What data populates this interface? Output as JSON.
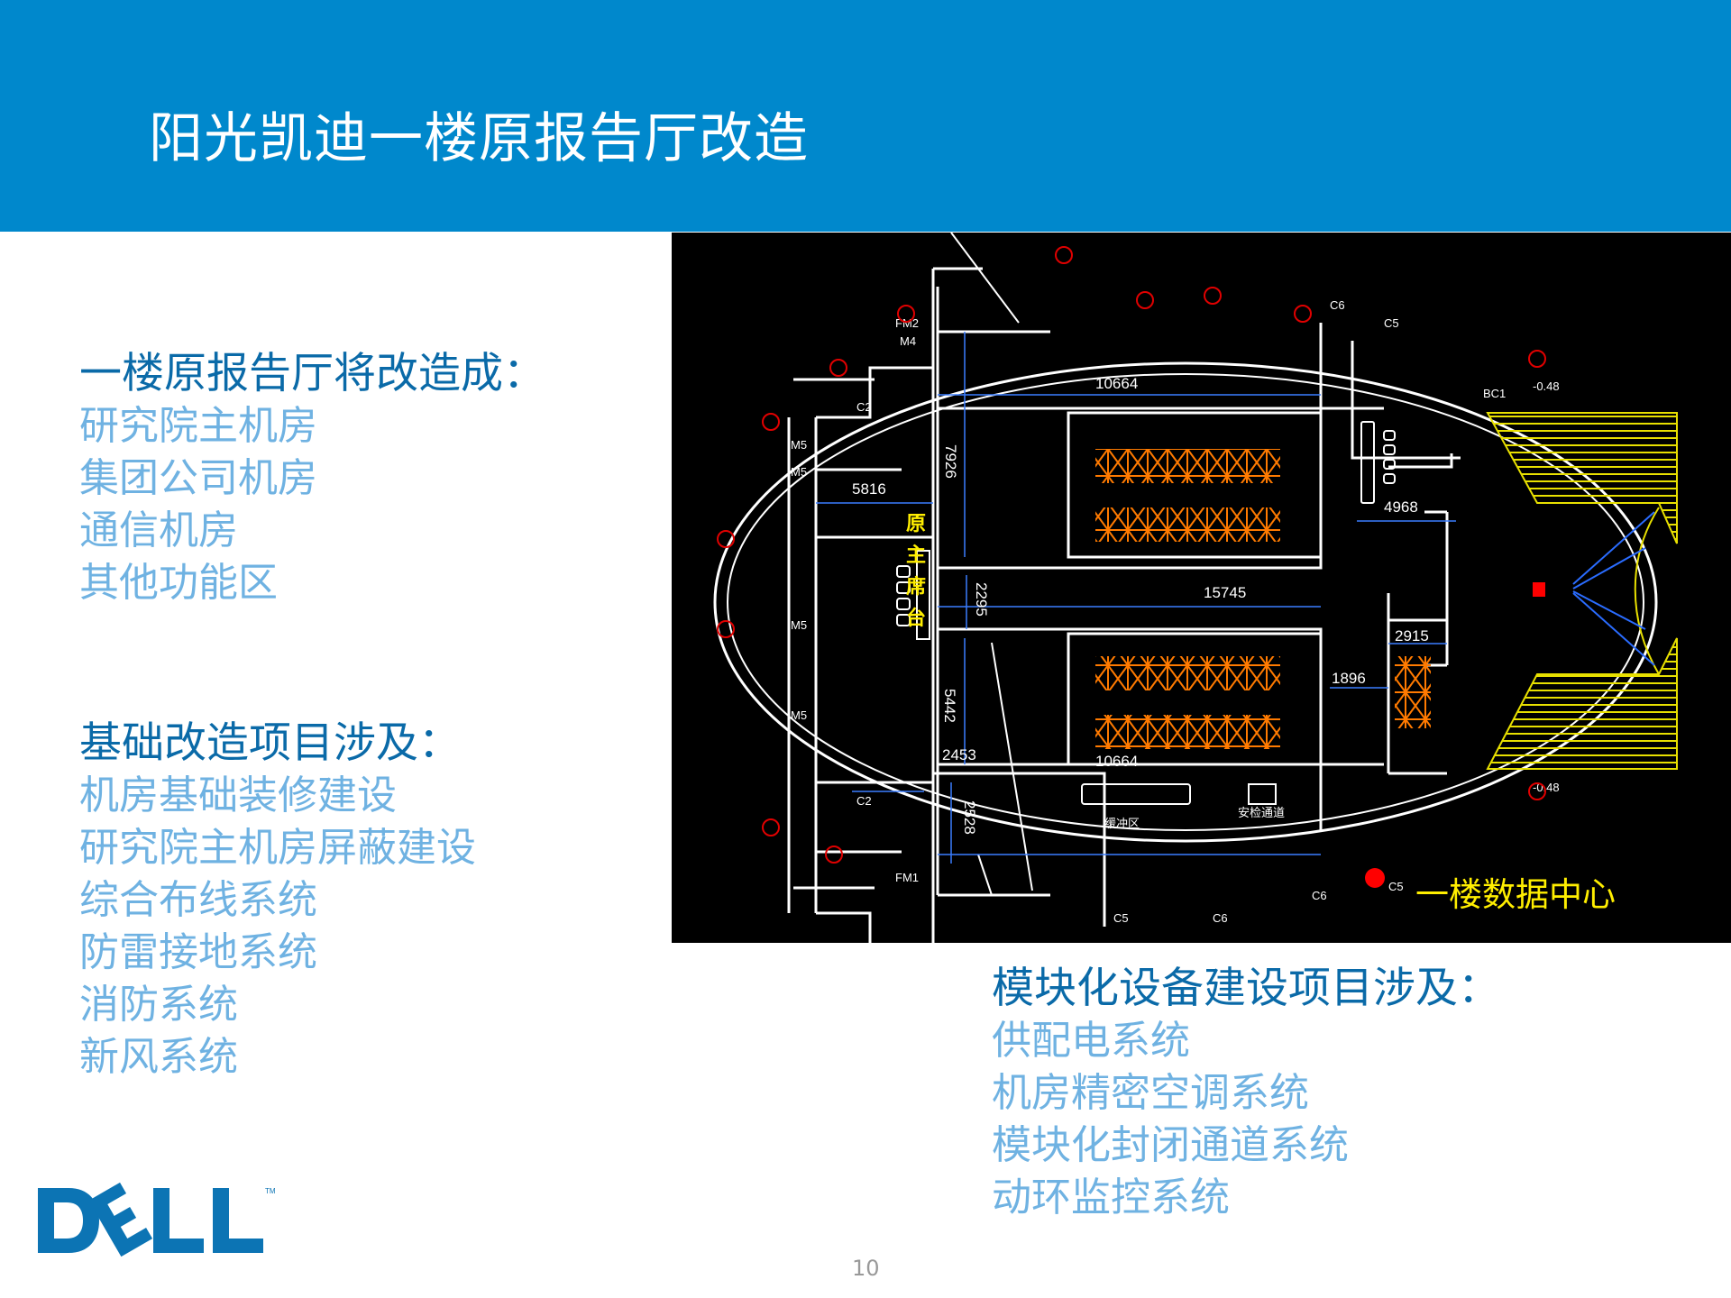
{
  "slide": {
    "title": "阳光凯迪一楼原报告厅改造",
    "page_number": "10"
  },
  "left_top": {
    "heading": "一楼原报告厅将改造成：",
    "items": [
      "研究院主机房",
      "集团公司机房",
      "通信机房",
      "其他功能区"
    ]
  },
  "left_bottom": {
    "heading": "基础改造项目涉及：",
    "items": [
      "机房基础装修建设",
      "研究院主机房屏蔽建设",
      "综合布线系统",
      "防雷接地系统",
      "消防系统",
      "新风系统"
    ]
  },
  "right_bottom": {
    "heading": "模块化设备建设项目涉及：",
    "items": [
      "供配电系统",
      "机房精密空调系统",
      "模块化封闭通道系统",
      "动环监控系统"
    ]
  },
  "floorplan": {
    "caption": "一楼数据中心",
    "main_desk_chars": [
      "原",
      "主",
      "席",
      "台"
    ],
    "dims": {
      "top_room": "10664",
      "bottom_room": "10664",
      "corridor": "15745",
      "left": "5816",
      "right_upper": "4968",
      "right_small": "2915",
      "mid_right": "1896",
      "height_top": "7926",
      "height_mid": "2295",
      "height_bottom": "5442",
      "bottom_left_w": "2453",
      "bottom_left_h": "2528"
    },
    "labels": {
      "buffer": "缓冲区",
      "security": "安检通道",
      "fm1": "FM1",
      "fm2": "FM2",
      "c2a": "C2",
      "c2b": "C2",
      "c5a": "C5",
      "c5b": "C5",
      "c5c": "C5",
      "c6a": "C6",
      "c6b": "C6",
      "c6c": "C6",
      "bc1": "BC1",
      "m4": "M4",
      "m5a": "M5",
      "m5b": "M5",
      "m5c": "M5",
      "m5d": "M5",
      "elev_top": "-0.48",
      "elev_bottom": "-0.48"
    }
  },
  "logo": {
    "text": "DELL",
    "color": "#0c74b4"
  },
  "colors": {
    "header": "#0088cc",
    "heading": "#0a6aa8",
    "item": "#6fb2e2"
  }
}
